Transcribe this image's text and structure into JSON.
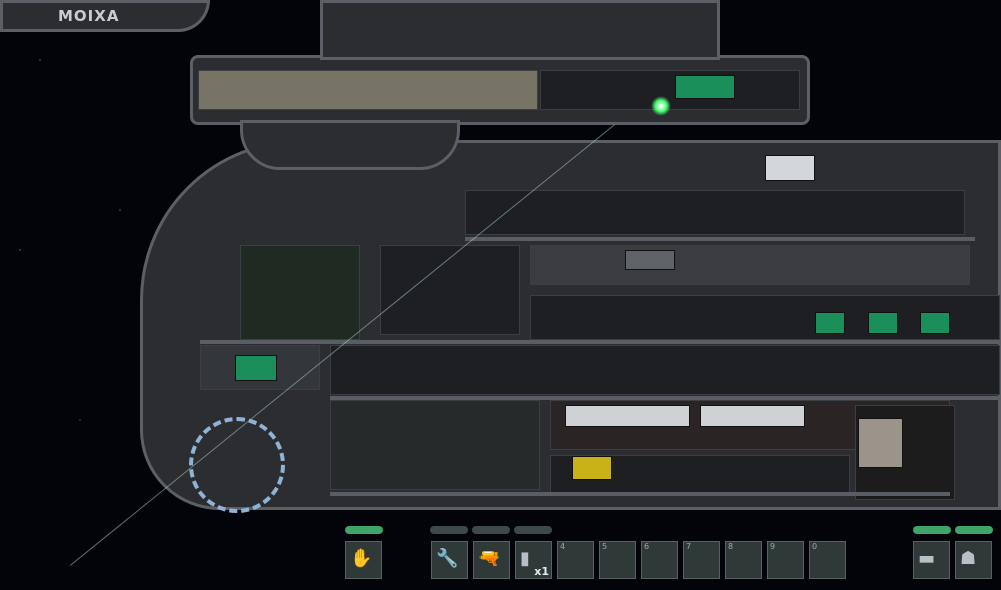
{
  "ship": {
    "name": "MOIXA"
  },
  "hud": {
    "hand_slot": {
      "icon": "hands-icon"
    },
    "slots": [
      {
        "num": "",
        "icon": "wrench-icon",
        "count": ""
      },
      {
        "num": "",
        "icon": "pistol-icon",
        "count": ""
      },
      {
        "num": "",
        "icon": "battery-icon",
        "count": "x1"
      },
      {
        "num": "4",
        "icon": "",
        "count": ""
      },
      {
        "num": "5",
        "icon": "",
        "count": ""
      },
      {
        "num": "6",
        "icon": "",
        "count": ""
      },
      {
        "num": "7",
        "icon": "",
        "count": ""
      },
      {
        "num": "8",
        "icon": "",
        "count": ""
      },
      {
        "num": "9",
        "icon": "",
        "count": ""
      },
      {
        "num": "0",
        "icon": "",
        "count": ""
      }
    ],
    "right_slots": [
      {
        "icon": "rifle-icon"
      },
      {
        "icon": "diving-suit-icon"
      }
    ]
  },
  "colors": {
    "reticle": "#8fb3d6",
    "slot_active": "#3fa46a",
    "glow": "#42ff6e"
  }
}
